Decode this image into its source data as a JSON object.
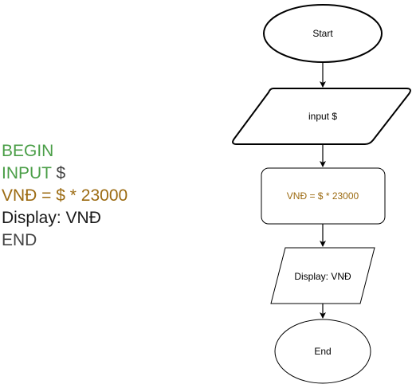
{
  "pseudocode": {
    "line1": "BEGIN",
    "line2a": "INPUT",
    "line2b": " $",
    "line3": "VNĐ = $ * 23000",
    "line4": "Display: VNĐ",
    "line5": "END"
  },
  "flowchart": {
    "start": "Start",
    "input": "input $",
    "process": "VNĐ = $ * 23000",
    "display": "Display: VNĐ",
    "end": "End"
  },
  "colors": {
    "keyword_green": "#4a9e47",
    "expression_gold": "#9c6b12",
    "text_dark": "#1a1a1a",
    "line_black": "#000000"
  }
}
